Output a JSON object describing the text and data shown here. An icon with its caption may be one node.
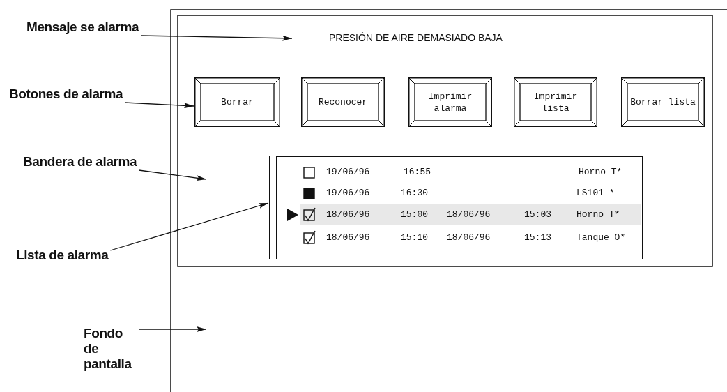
{
  "diagram": {
    "nodes": [
      {
        "text": [
          "Mensaje se alarma"
        ]
      },
      {
        "text": [
          "Botones de alarma"
        ]
      },
      {
        "text": [
          "Bandera de alarma"
        ]
      },
      {
        "text": [
          "Lista de alarma"
        ]
      },
      {
        "text": [
          "Fondo de pantalla"
        ]
      },
      {
        "text": [
          "PRESIÓN DE AIRE DEMASIADO BAJA"
        ]
      },
      {
        "text": [
          "Borrar"
        ]
      },
      {
        "text": [
          "Reconocer"
        ]
      },
      {
        "text": [
          "Imprimir alarma"
        ]
      },
      {
        "text": [
          "Imprimir lista"
        ]
      },
      {
        "text": [
          "Borrar lista"
        ]
      },
      {
        "text": [],
        "shape": "box"
      }
    ],
    "edges": [
      {
        "from": 0,
        "to": 5,
        "arrow": "to"
      },
      {
        "from": 1,
        "to": 6,
        "arrow": "to"
      },
      {
        "from": 2,
        "to": null,
        "arrow": "to"
      },
      {
        "from": 3,
        "to": 11,
        "arrow": "to"
      },
      {
        "from": 4,
        "to": null,
        "arrow": "to"
      }
    ],
    "labels": [
      "19/06/96",
      "16:55",
      "Horno T*",
      "19/06/96",
      "16:30",
      "LS101 *",
      "18/06/96",
      "15:00",
      "18/06/96",
      "15:03",
      "Horno T*",
      "18/06/96",
      "15:10",
      "18/06/96",
      "15:13",
      "Tanque O*"
    ]
  }
}
